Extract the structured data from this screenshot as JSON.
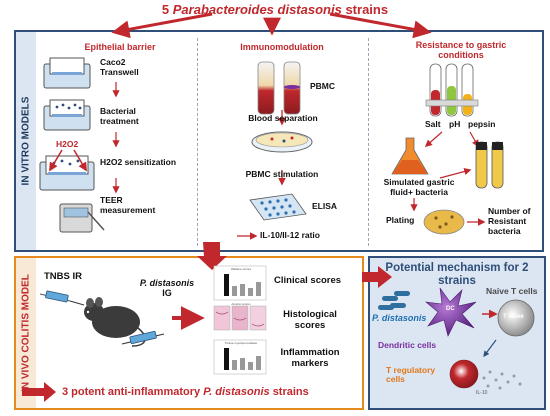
{
  "title": {
    "count": "5",
    "species": "Parabacteroides distasonis",
    "suffix": "strains"
  },
  "in_vitro": {
    "side_label": "IN VITRO MODELS",
    "epithelial": {
      "heading": "Epithelial barrier",
      "steps": [
        "Caco2 Transwell",
        "Bacterial treatment",
        "H2O2 sensitization",
        "TEER measurement"
      ],
      "h2o2_tag": "H2O2"
    },
    "immuno": {
      "heading": "Immunomodulation",
      "pbmc": "PBMC",
      "blood_separation": "Blood separation",
      "pbmc_stimulation": "PBMC stimulation",
      "elisa": "ELISA",
      "ratio": "IL-10/Il-12 ratio"
    },
    "gastric": {
      "heading": "Resistance to gastric conditions",
      "salt": "Salt",
      "ph": "pH",
      "pepsin": "pepsin",
      "simulated": "Simulated gastric fluid+ bacteria",
      "plating": "Plating",
      "resistant": "Number of Resistant bacteria"
    }
  },
  "in_vivo": {
    "side_label": "IN VIVO COLITIS MODEL",
    "tnbs": "TNBS IR",
    "treatment_species": "P. distasonis",
    "treatment_route": "IG",
    "clinical": "Clinical scores",
    "histological": "Histological scores",
    "inflammation": "Inflammation markers",
    "conclusion_prefix": "3 potent anti-inflammatory",
    "conclusion_species": "P. distasonis",
    "conclusion_suffix": "strains",
    "mini_chart_titles": [
      "Wallace scores",
      "Ameho scores",
      "Tissue myeloperoxidase"
    ]
  },
  "mechanism": {
    "title": "Potential mechanism for 2 strains",
    "bacteria": "P. distasonis",
    "dendritic": "Dendritic cells",
    "naive": "Naive T cells",
    "naive_inside": "T naive",
    "dc_inside": "DC",
    "treg": "T regulatory cells",
    "il10": "IL-10"
  },
  "colors": {
    "red": "#c0282d",
    "navy": "#2f4f7a",
    "orange": "#e58a1f",
    "light_blue": "#dbe6f2",
    "purple": "#7a2fa0"
  }
}
